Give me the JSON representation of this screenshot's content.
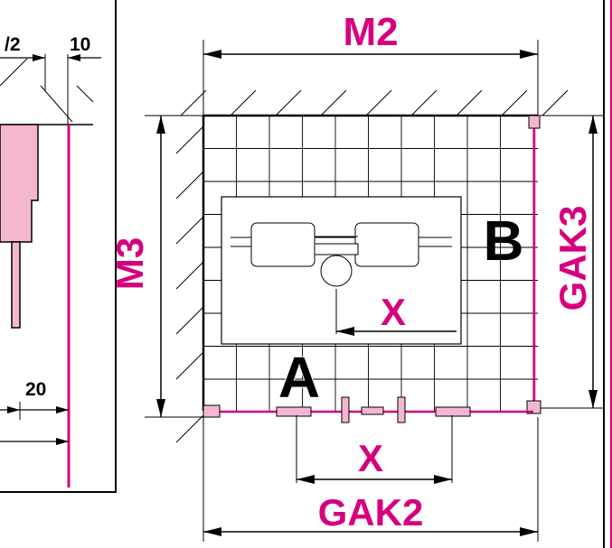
{
  "colors": {
    "accent": "#d6007e",
    "line": "#000000",
    "panel_fill": "#f4b7d2",
    "wall_fill": "#ffffff"
  },
  "left_panel": {
    "dim_top_partial": "/2",
    "dim_top_right": "10",
    "dim_bottom_right": "20"
  },
  "main": {
    "label_width": "M2",
    "label_depth": "M3",
    "label_gak2": "GAK2",
    "label_gak3": "GAK3",
    "label_x_inner": "X",
    "label_x_bottom": "X",
    "label_a": "A",
    "label_b": "B"
  }
}
